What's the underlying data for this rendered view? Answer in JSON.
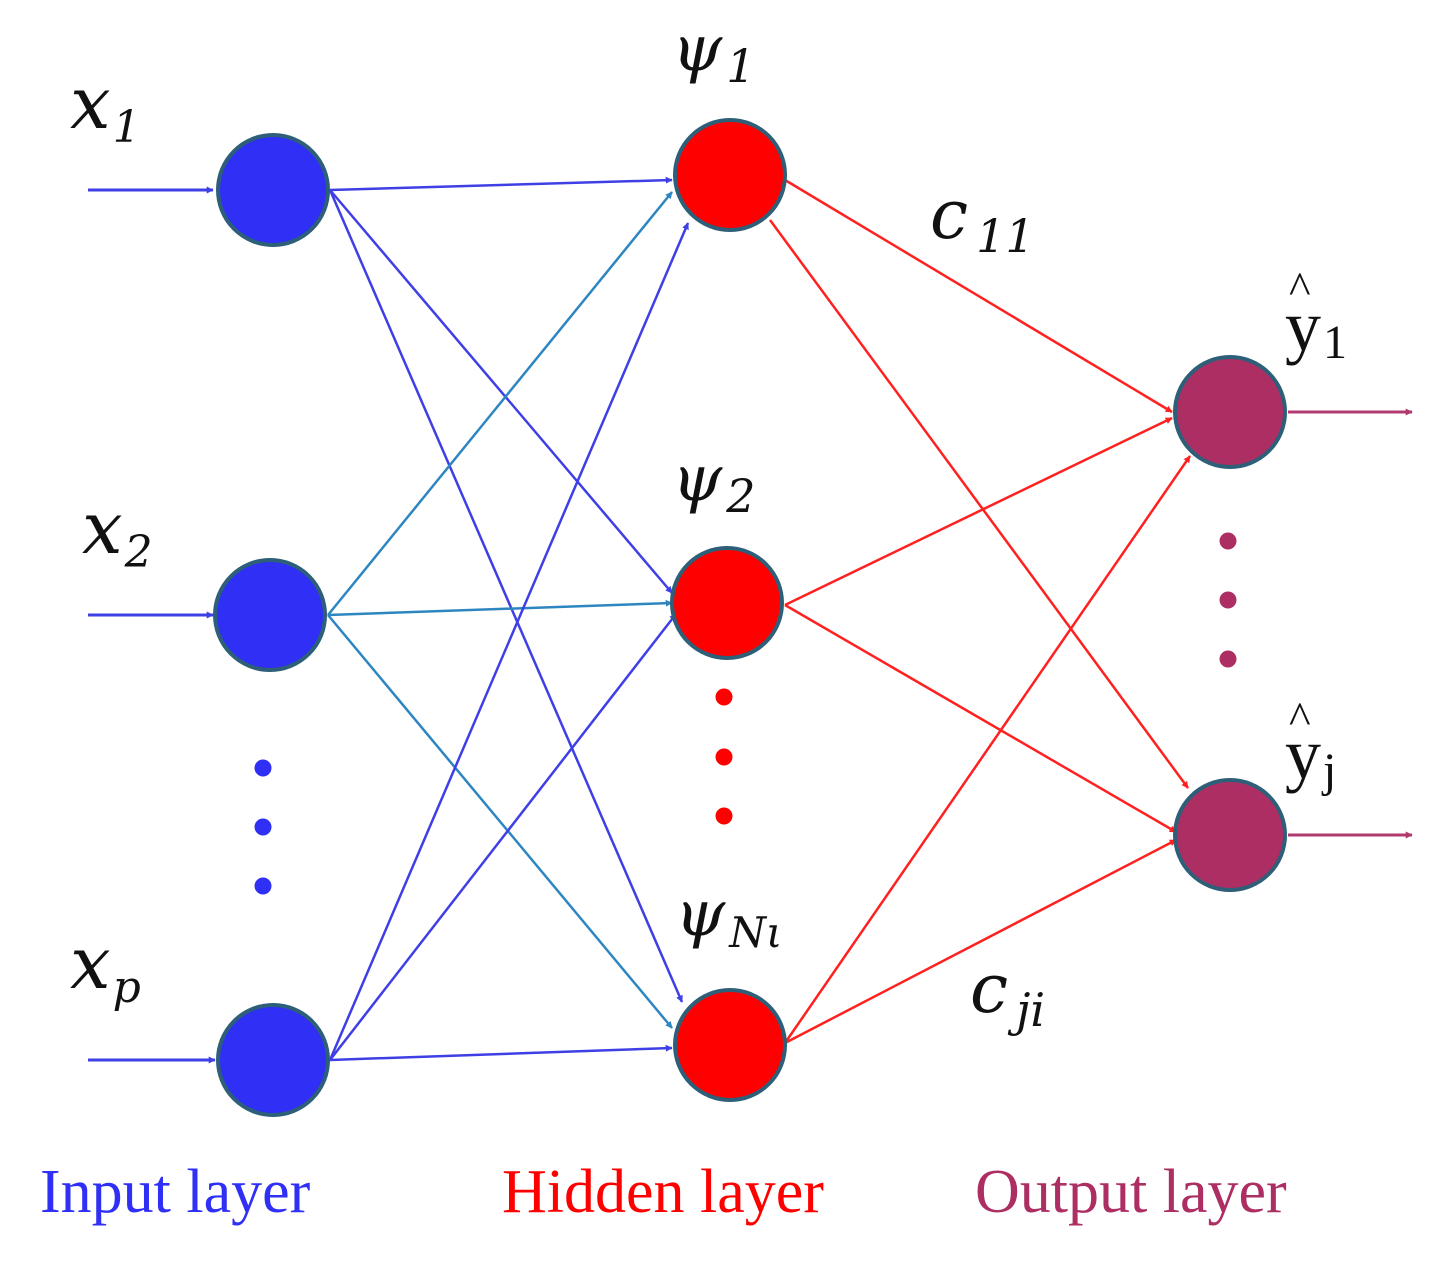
{
  "colors": {
    "input_node": "#2f2ff5",
    "hidden_node": "#ff0000",
    "output_node": "#ad2e62",
    "node_stroke": "#2e5f78",
    "input_link": "#3f3fe6",
    "input_link_alt": "#2e86c1",
    "hidden_link": "#ff2020",
    "output_link": "#b03a6e",
    "label": "#111111"
  },
  "input_layer": {
    "caption": "Input layer",
    "labels": [
      {
        "base": "x",
        "sub": "1"
      },
      {
        "base": "x",
        "sub": "2"
      },
      {
        "base": "x",
        "sub": "p"
      }
    ]
  },
  "hidden_layer": {
    "caption": "Hidden layer",
    "labels": [
      {
        "base": "ψ",
        "sub": "1"
      },
      {
        "base": "ψ",
        "sub": "2"
      },
      {
        "base": "ψ",
        "sub": "Nι"
      }
    ]
  },
  "output_layer": {
    "caption": "Output layer",
    "labels": [
      {
        "base": "y",
        "hat": "^",
        "sub": "1"
      },
      {
        "base": "y",
        "hat": "^",
        "sub": "j"
      }
    ]
  },
  "weights": [
    {
      "base": "c",
      "sub": "11"
    },
    {
      "base": "c",
      "sub": "ji"
    }
  ]
}
